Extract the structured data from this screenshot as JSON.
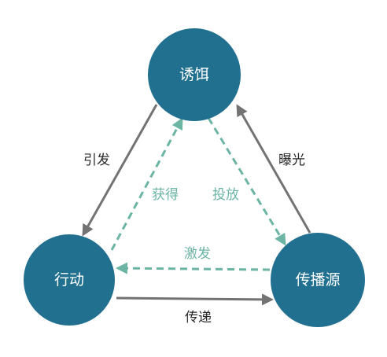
{
  "nodes": {
    "bait": "诱饵",
    "action": "行动",
    "source": "传播源"
  },
  "edges": {
    "trigger": "引发",
    "exposure": "曝光",
    "obtain": "获得",
    "deliver": "投放",
    "stimulate": "激发",
    "transmit": "传递"
  },
  "colors": {
    "node": "#21708f",
    "solid_arrow": "#737373",
    "dashed_arrow": "#6cb5a4"
  }
}
